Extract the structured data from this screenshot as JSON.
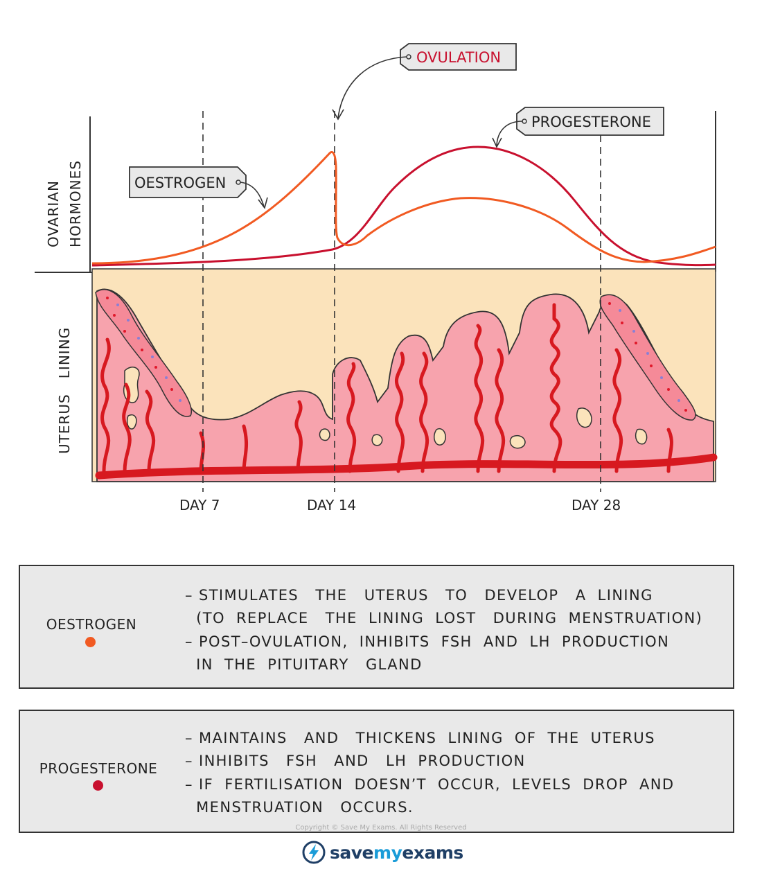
{
  "tags": {
    "ovulation": "OVULATION",
    "progesterone": "PROGESTERONE",
    "oestrogen": "OESTROGEN"
  },
  "axis_labels": {
    "ovarian_hormones_line1": "OVARIAN",
    "ovarian_hormones_line2": "HORMONES",
    "uterus_lining": "UTERUS   LINING"
  },
  "days": [
    "DAY 7",
    "DAY 14",
    "DAY 28"
  ],
  "oestrogen_box": {
    "name": "OESTROGEN",
    "lines": [
      "– STIMULATES   THE   UTERUS   TO   DEVELOP   A  LINING",
      "  (TO  REPLACE   THE  LINING  LOST   DURING  MENSTRUATION)",
      "– POST–OVULATION,  INHIBITS  FSH  AND  LH  PRODUCTION",
      "  IN  THE  PITUITARY   GLAND"
    ]
  },
  "progesterone_box": {
    "name": "PROGESTERONE",
    "lines": [
      "– MAINTAINS   AND   THICKENS  LINING  OF  THE  UTERUS",
      "– INHIBITS   FSH   AND   LH  PRODUCTION",
      "– IF  FERTILISATION  DOESN’T  OCCUR,  LEVELS  DROP  AND",
      "  MENSTRUATION   OCCURS."
    ]
  },
  "copyright": "Copyright © Save My Exams. All Rights Reserved",
  "brand": {
    "part1": "save",
    "part2": "my",
    "part3": "exams"
  },
  "colors": {
    "oestrogen": "#f15a22",
    "progesterone": "#c8102e",
    "lining_pink": "#f7a3ad",
    "background_beige": "#fbe3bb",
    "vessel_red": "#d71920"
  }
}
